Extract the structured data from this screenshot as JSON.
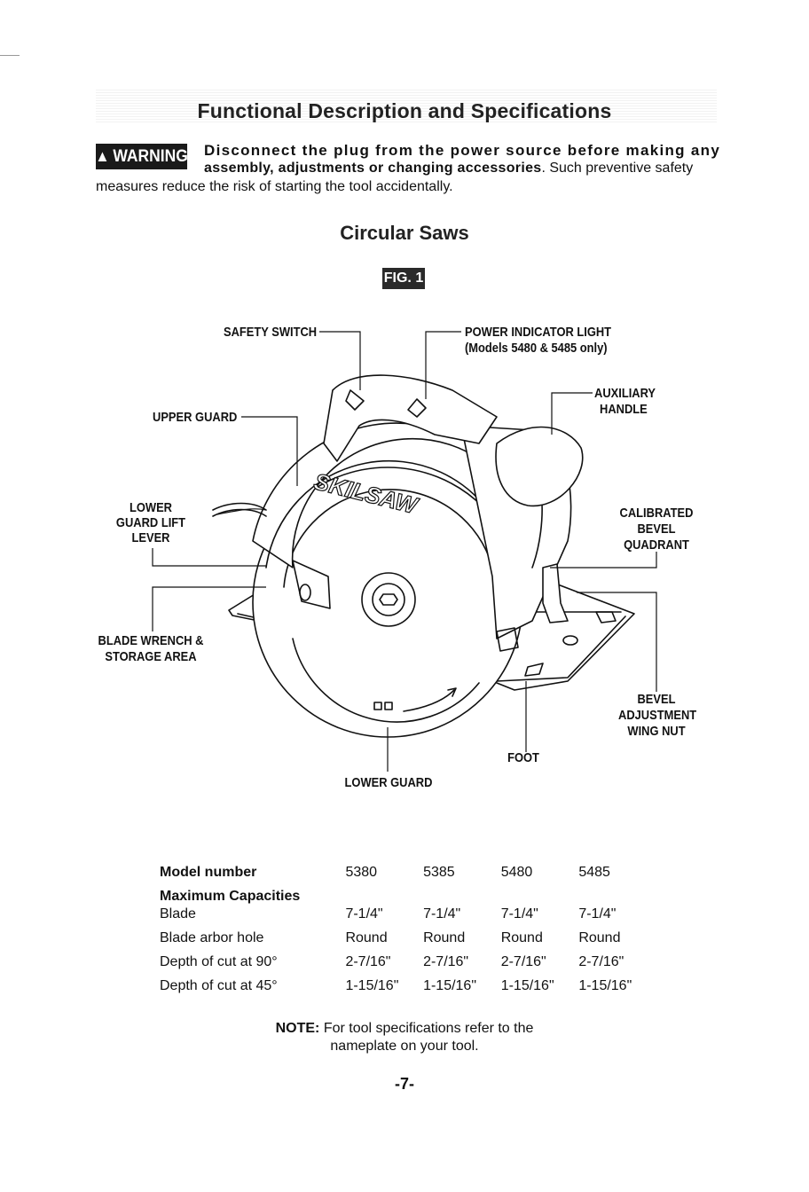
{
  "header": {
    "title": "Functional Description and Specifications"
  },
  "warning": {
    "badge": "WARNING",
    "line1_bold": "Disconnect the plug from the power source before making any",
    "line2_bold": "assembly, adjustments or changing accessories",
    "line2_rest": ". Such preventive safety",
    "line3": "measures reduce the risk of starting the tool accidentally."
  },
  "section": {
    "title": "Circular Saws",
    "figure_label": "FIG. 1"
  },
  "diagram": {
    "logo_text": "SKILSAW",
    "labels": {
      "safety_switch": "SAFETY SWITCH",
      "power_light_1": "POWER INDICATOR LIGHT",
      "power_light_2": "(Models 5480 & 5485 only)",
      "aux_handle_1": "AUXILIARY",
      "aux_handle_2": "HANDLE",
      "upper_guard": "UPPER GUARD",
      "lower_lift_1": "LOWER",
      "lower_lift_2": "GUARD LIFT",
      "lower_lift_3": "LEVER",
      "bevel_quad_1": "CALIBRATED",
      "bevel_quad_2": "BEVEL",
      "bevel_quad_3": "QUADRANT",
      "wrench_1": "BLADE WRENCH &",
      "wrench_2": "STORAGE AREA",
      "wing_nut_1": "BEVEL",
      "wing_nut_2": "ADJUSTMENT",
      "wing_nut_3": "WING NUT",
      "foot": "FOOT",
      "lower_guard": "LOWER GUARD"
    }
  },
  "specs": {
    "header_label": "Model number",
    "models": [
      "5380",
      "5385",
      "5480",
      "5485"
    ],
    "section_label": "Maximum Capacities",
    "rows": [
      {
        "label": "Blade",
        "values": [
          "7-1/4\"",
          "7-1/4\"",
          "7-1/4\"",
          "7-1/4\""
        ]
      },
      {
        "label": "Blade arbor hole",
        "values": [
          "Round",
          "Round",
          "Round",
          "Round"
        ]
      },
      {
        "label": "Depth of cut at 90°",
        "values": [
          "2-7/16\"",
          "2-7/16\"",
          "2-7/16\"",
          "2-7/16\""
        ]
      },
      {
        "label": "Depth of cut at 45°",
        "values": [
          "1-15/16\"",
          "1-15/16\"",
          "1-15/16\"",
          "1-15/16\""
        ]
      }
    ]
  },
  "note": {
    "label": "NOTE:",
    "line1": " For tool specifications refer to the",
    "line2": "nameplate on your tool."
  },
  "footer": {
    "page": "-7-"
  }
}
